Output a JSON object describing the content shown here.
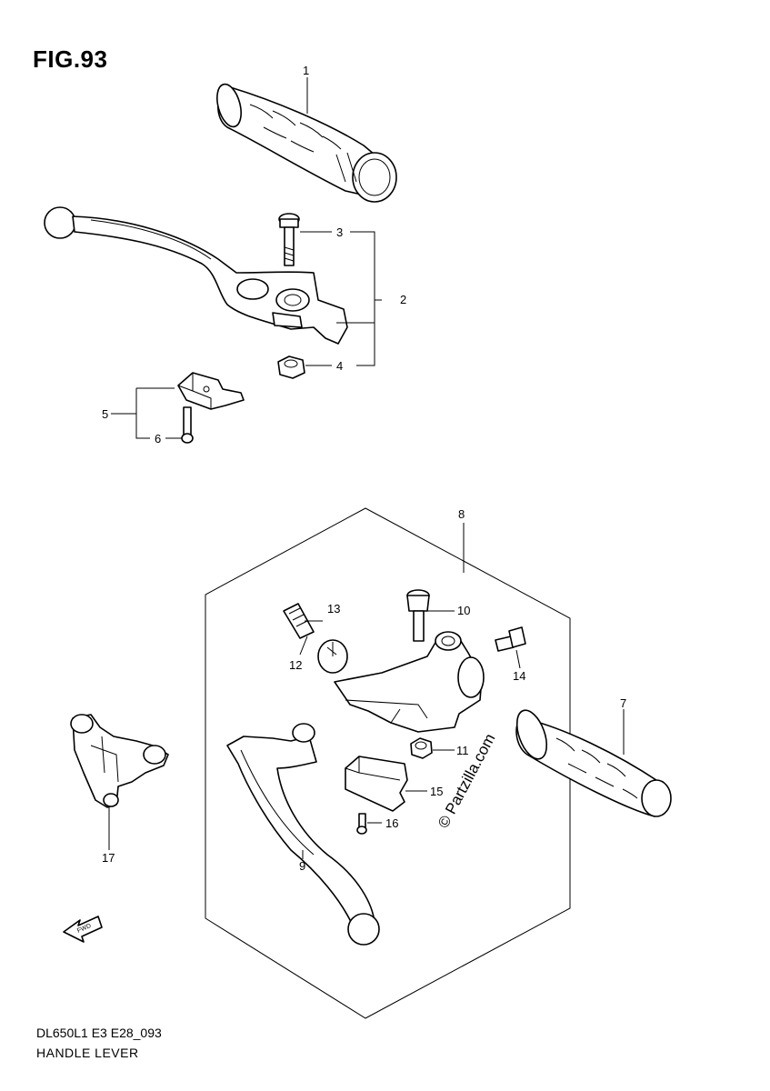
{
  "figure": {
    "title": "FIG.93",
    "code": "DL650L1 E3 E28_093",
    "name": "HANDLE LEVER",
    "copyright_mark": "© Partzilla.com",
    "fwd_label": "FWD"
  },
  "callouts": [
    "1",
    "2",
    "3",
    "4",
    "5",
    "6",
    "7",
    "8",
    "9",
    "10",
    "11",
    "12",
    "13",
    "14",
    "15",
    "16",
    "17"
  ]
}
